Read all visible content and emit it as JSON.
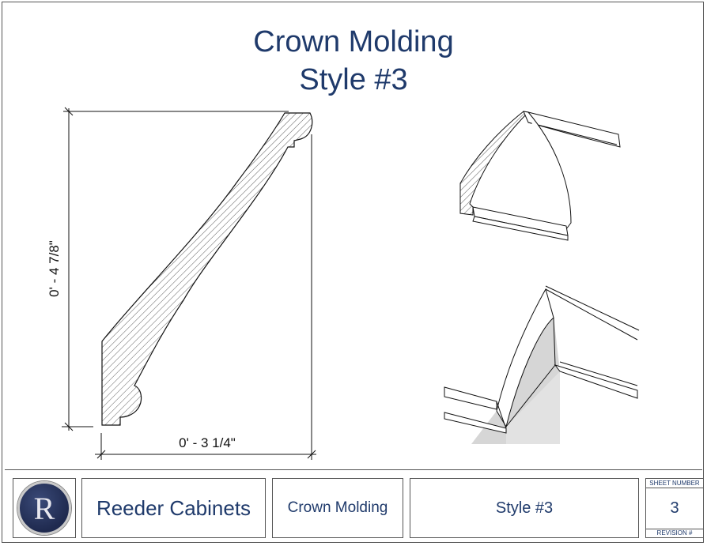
{
  "title": {
    "line1": "Crown Molding",
    "line2": "Style #3"
  },
  "dimensions": {
    "height": "0' - 4 7/8\"",
    "width": "0' - 3 1/4\""
  },
  "titleblock": {
    "logo_letter": "R",
    "company": "Reeder Cabinets",
    "drawing_name": "Crown Molding",
    "drawing_style": "Style #3",
    "sheet_number_label": "SHEET NUMBER",
    "sheet_number": "3",
    "revision_label": "REVISION #"
  },
  "colors": {
    "title": "#1f3a6b",
    "lines": "#111111",
    "shade": "#d6d6d6"
  }
}
